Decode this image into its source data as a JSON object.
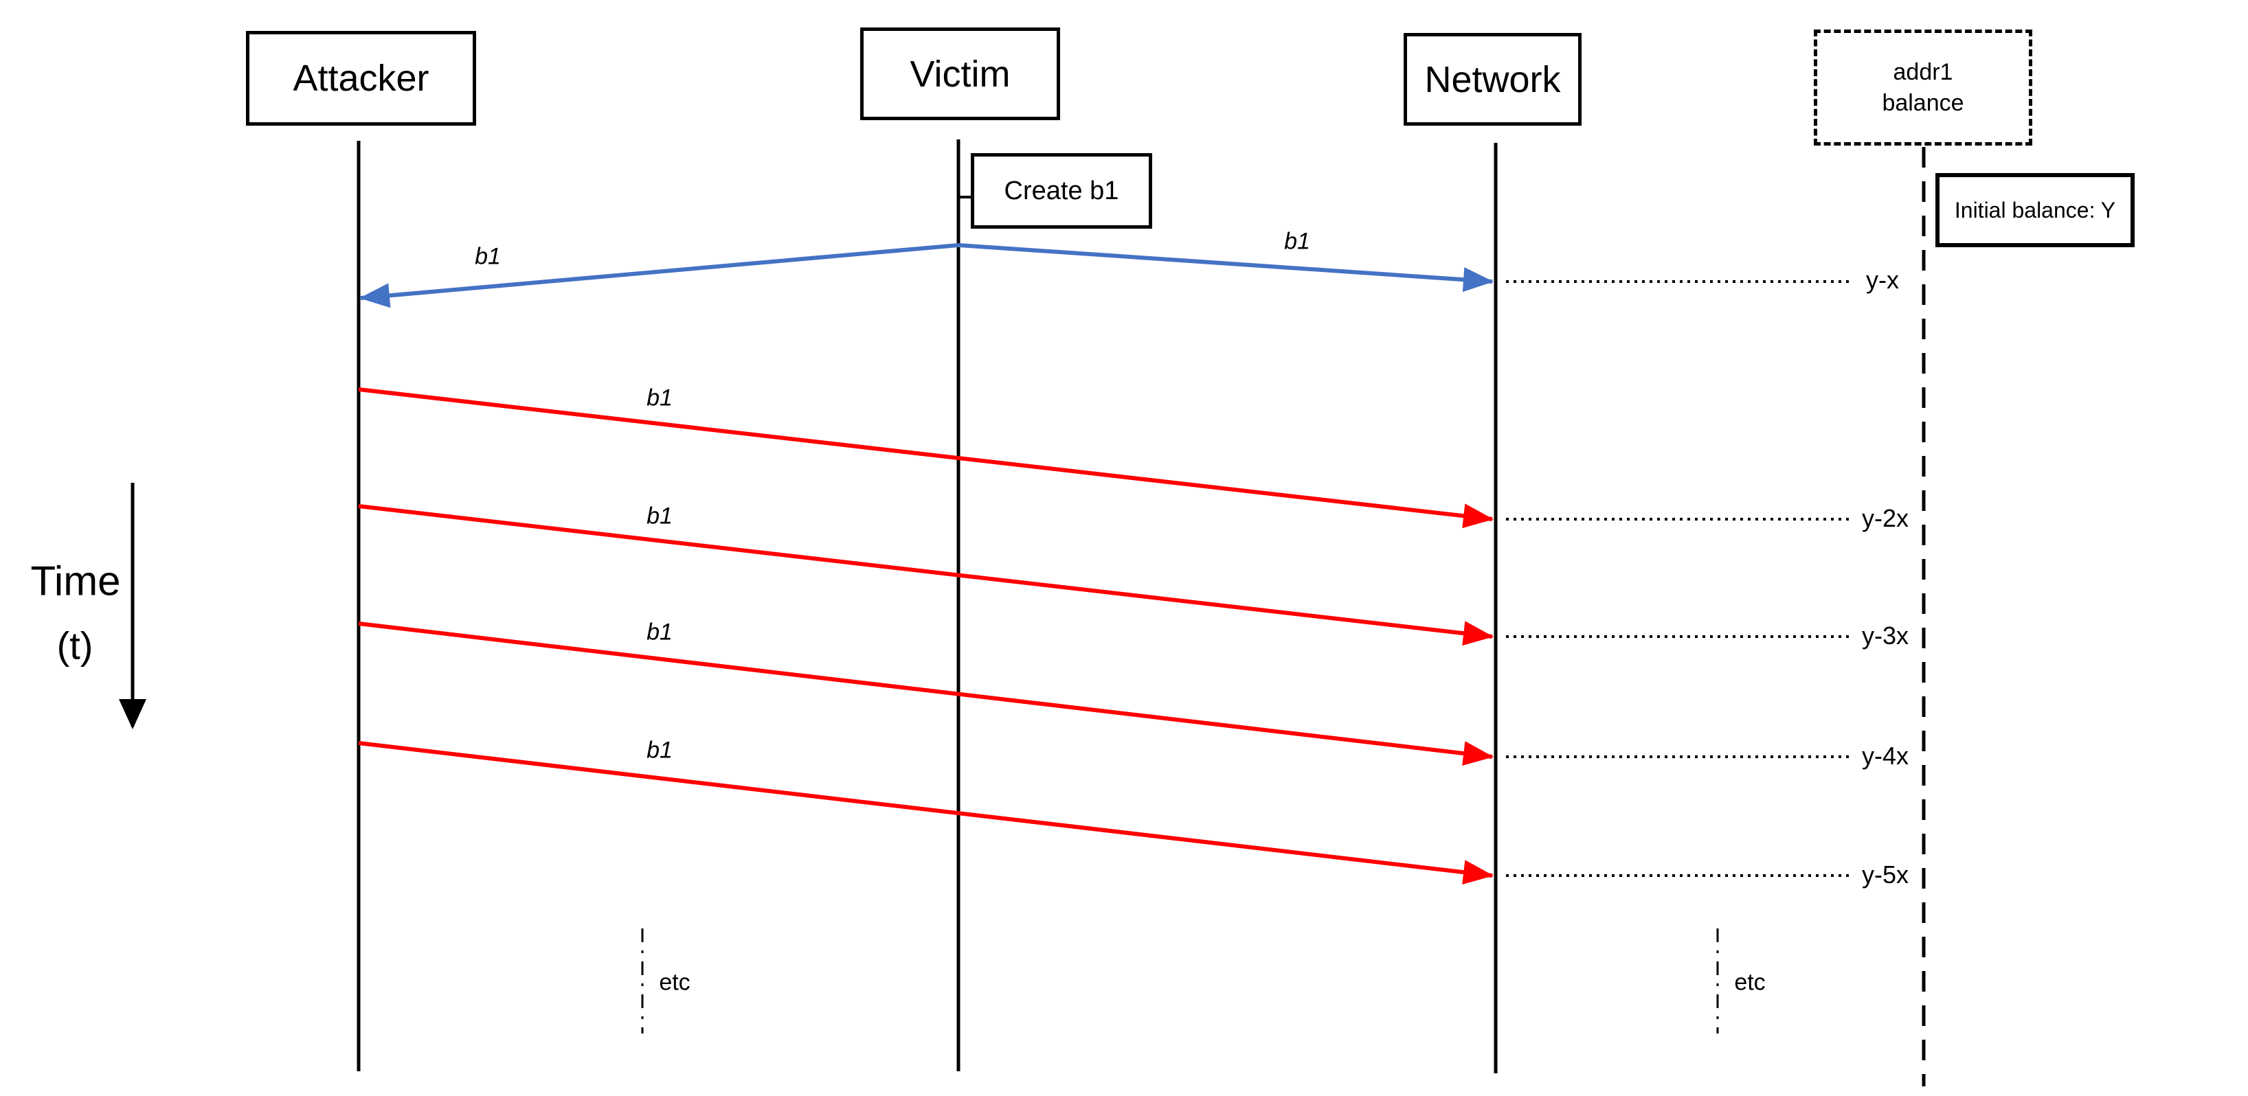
{
  "actors": [
    {
      "label": "Attacker"
    },
    {
      "label": "Victim"
    },
    {
      "label": "Network"
    }
  ],
  "addr1_column": {
    "title_line1": "addr1",
    "title_line2": "balance",
    "initial_balance_note": "Initial balance: Y"
  },
  "annotations": {
    "create_b1": "Create b1",
    "time": "Time",
    "time_unit": "(t)",
    "etc": "etc"
  },
  "messages": [
    {
      "label": "b1",
      "from": "Victim",
      "to": "Attacker",
      "color": "#4472C4"
    },
    {
      "label": "b1",
      "from": "Victim",
      "to": "Network",
      "color": "#4472C4"
    },
    {
      "label": "b1",
      "from": "Attacker",
      "to": "Network",
      "color": "#FF0000"
    },
    {
      "label": "b1",
      "from": "Attacker",
      "to": "Network",
      "color": "#FF0000"
    },
    {
      "label": "b1",
      "from": "Attacker",
      "to": "Network",
      "color": "#FF0000"
    },
    {
      "label": "b1",
      "from": "Attacker",
      "to": "Network",
      "color": "#FF0000"
    }
  ],
  "balances": [
    {
      "label": "y-x"
    },
    {
      "label": "y-2x"
    },
    {
      "label": "y-3x"
    },
    {
      "label": "y-4x"
    },
    {
      "label": "y-5x"
    }
  ],
  "colors": {
    "victim_broadcast_arrow": "#4472C4",
    "attacker_replay_arrow": "#FF0000",
    "line": "#000000",
    "background": "#FFFFFF"
  }
}
